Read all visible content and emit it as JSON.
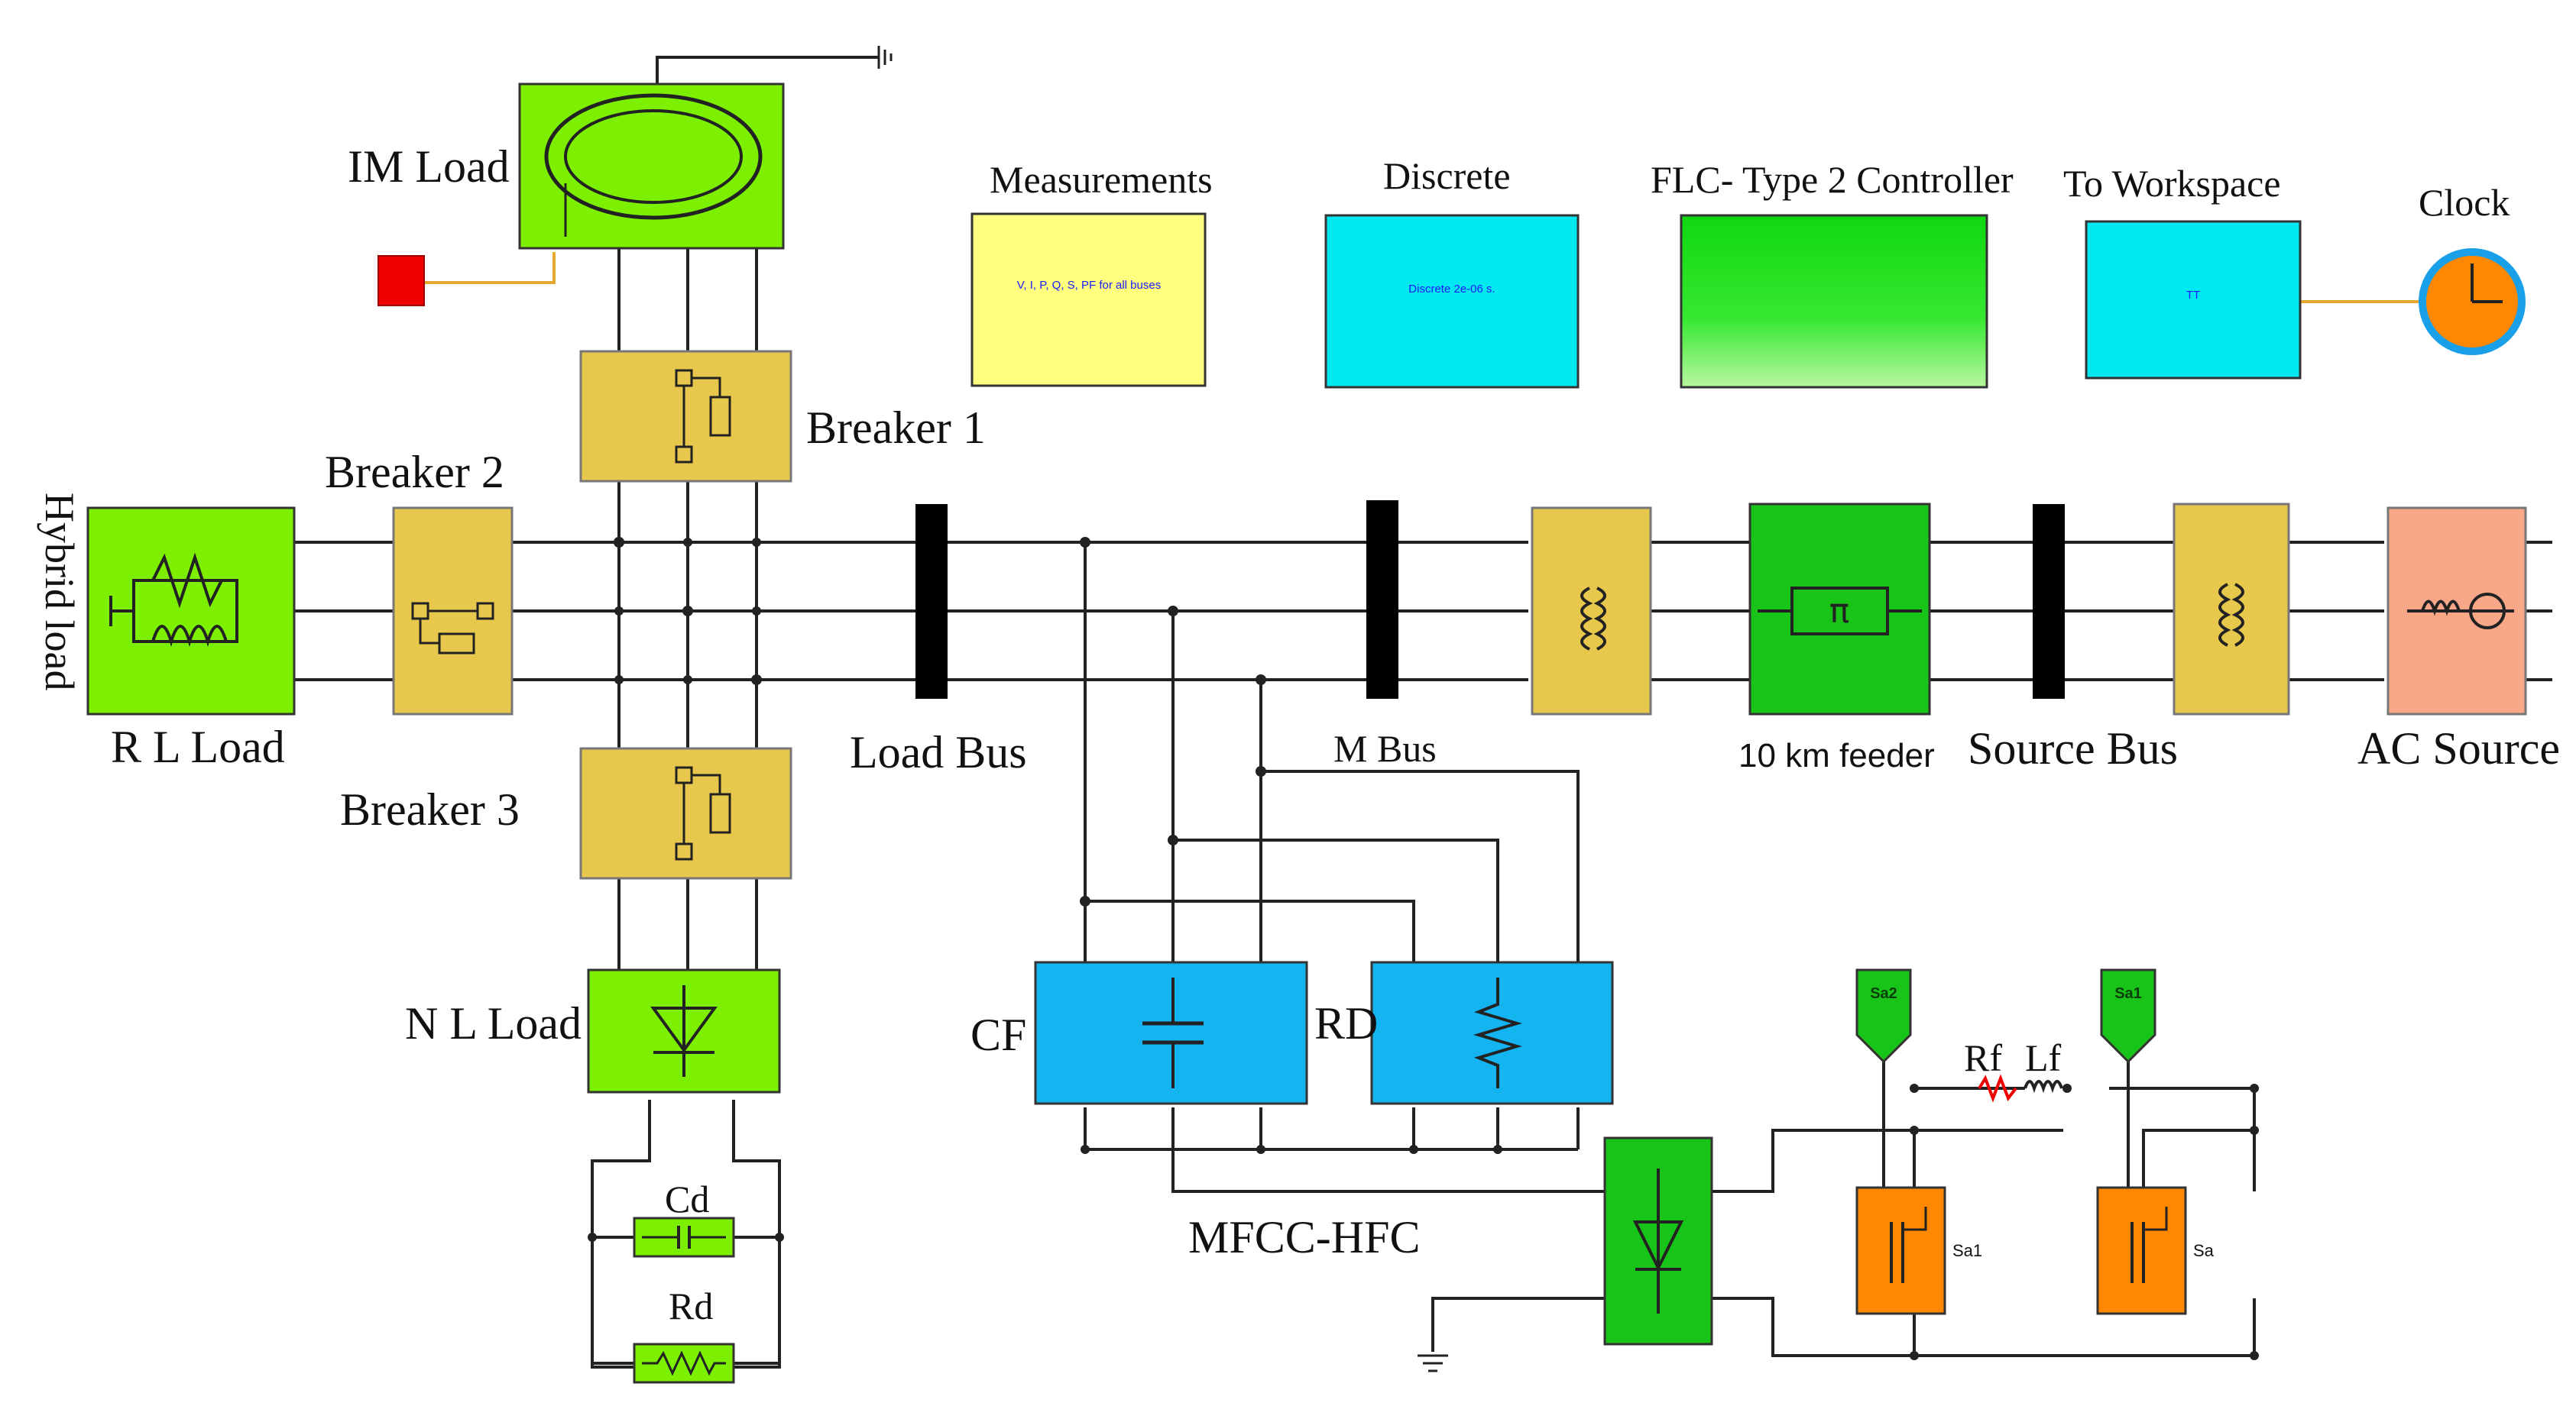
{
  "labels": {
    "im_load": "IM Load",
    "breaker1": "Breaker 1",
    "breaker2": "Breaker 2",
    "breaker3": "Breaker 3",
    "rl_load": "R L Load",
    "hybrid_load": "Hybrid load",
    "load_bus": "Load Bus",
    "m_bus": "M Bus",
    "feeder": "10 km feeder",
    "source_bus": "Source Bus",
    "ac_source": "AC Source",
    "nl_load": "N L Load",
    "cd": "Cd",
    "rd_small": "Rd",
    "cf": "CF",
    "rd": "RD",
    "mfcc": "MFCC-HFC",
    "rf": "Rf",
    "lf": "Lf",
    "measurements": "Measurements",
    "discrete": "Discrete",
    "flc": "FLC- Type 2 Controller",
    "to_workspace": "To Workspace",
    "clock": "Clock",
    "sa1": "Sa1",
    "sa": "Sa",
    "sa2_pulse": "Sa2",
    "sa1_pulse": "Sa1"
  },
  "blocks": {
    "measurements_text": "V, I, P, Q, S, PF for all buses",
    "discrete_text": "Discrete 2e-06 s.",
    "to_workspace_text": "TT"
  },
  "colors": {
    "lime": "#7cf000",
    "yellow_block": "#e8c84c",
    "green_dark": "#18c418",
    "cyan": "#00e8f0",
    "blue_block": "#14b4f0",
    "orange": "#ff8800",
    "salmon": "#f8a888",
    "red": "#ee0000",
    "light_yellow": "#ffff80"
  }
}
